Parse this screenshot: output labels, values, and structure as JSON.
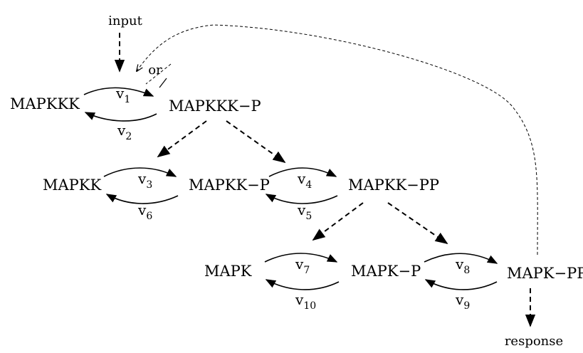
{
  "nodes": {
    "mapkkk": "MAPKKK",
    "mapkkk_p": "MAPKKK−P",
    "mapkk": "MAPKK",
    "mapkk_p": "MAPKK−P",
    "mapkk_pp": "MAPKK−PP",
    "mapk": "MAPK",
    "mapk_p": "MAPK−P",
    "mapk_pp": "MAPK−PP"
  },
  "rates": {
    "v1": {
      "base": "v",
      "sub": "1"
    },
    "v2": {
      "base": "v",
      "sub": "2"
    },
    "v3": {
      "base": "v",
      "sub": "3"
    },
    "v4": {
      "base": "v",
      "sub": "4"
    },
    "v5": {
      "base": "v",
      "sub": "5"
    },
    "v6": {
      "base": "v",
      "sub": "6"
    },
    "v7": {
      "base": "v",
      "sub": "7"
    },
    "v8": {
      "base": "v",
      "sub": "8"
    },
    "v9": {
      "base": "v",
      "sub": "9"
    },
    "v10": {
      "base": "v",
      "sub": "10"
    }
  },
  "labels": {
    "input": "input",
    "response": "response",
    "or": "or"
  }
}
